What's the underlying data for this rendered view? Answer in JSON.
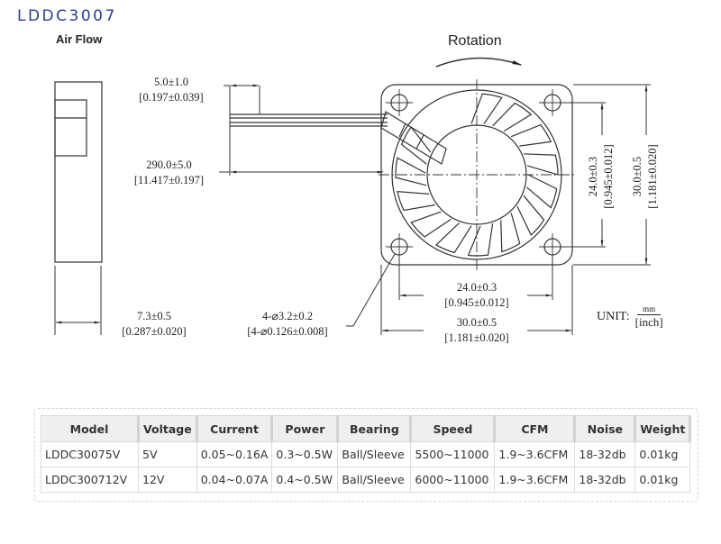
{
  "header": {
    "model_title": "LDDC3007",
    "air_flow_label": "Air Flow",
    "rotation_label": "Rotation"
  },
  "dimensions": {
    "lead_strip": {
      "mm": "5.0±1.0",
      "inch": "[0.197±0.039]"
    },
    "lead_length": {
      "mm": "290.0±5.0",
      "inch": "[11.417±0.197]"
    },
    "thickness": {
      "mm": "7.3±0.5",
      "inch": "[0.287±0.020]"
    },
    "mounting_holes": {
      "mm": "4-⌀3.2±0.2",
      "inch": "[4-⌀0.126±0.008]"
    },
    "hole_spacing_h": {
      "mm": "24.0±0.3",
      "inch": "[0.945±0.012]"
    },
    "frame_width": {
      "mm": "30.0±0.5",
      "inch": "[1.181±0.020]"
    },
    "hole_spacing_v": {
      "mm": "24.0±0.3",
      "inch": "[0.945±0.012]"
    },
    "frame_height": {
      "mm": "30.0±0.5",
      "inch": "[1.181±0.020]"
    }
  },
  "unit": {
    "label": "UNIT:",
    "numerator": "mm",
    "denominator": "[inch]"
  },
  "specs": {
    "columns": [
      "Model",
      "Voltage",
      "Current",
      "Power",
      "Bearing",
      "Speed",
      "CFM",
      "Noise",
      "Weight"
    ],
    "rows": [
      [
        "LDDC30075V",
        "5V",
        "0.05~0.16A",
        "0.3~0.5W",
        "Ball/Sleeve",
        "5500~11000",
        "1.9~3.6CFM",
        "18-32db",
        "0.01kg"
      ],
      [
        "LDDC300712V",
        "12V",
        "0.04~0.07A",
        "0.4~0.5W",
        "Ball/Sleeve",
        "6000~11000",
        "1.9~3.6CFM",
        "18-32db",
        "0.01kg"
      ]
    ]
  },
  "colors": {
    "title": "#2a3f8f",
    "line": "#333333",
    "table_header_bg": "#f1efee"
  }
}
